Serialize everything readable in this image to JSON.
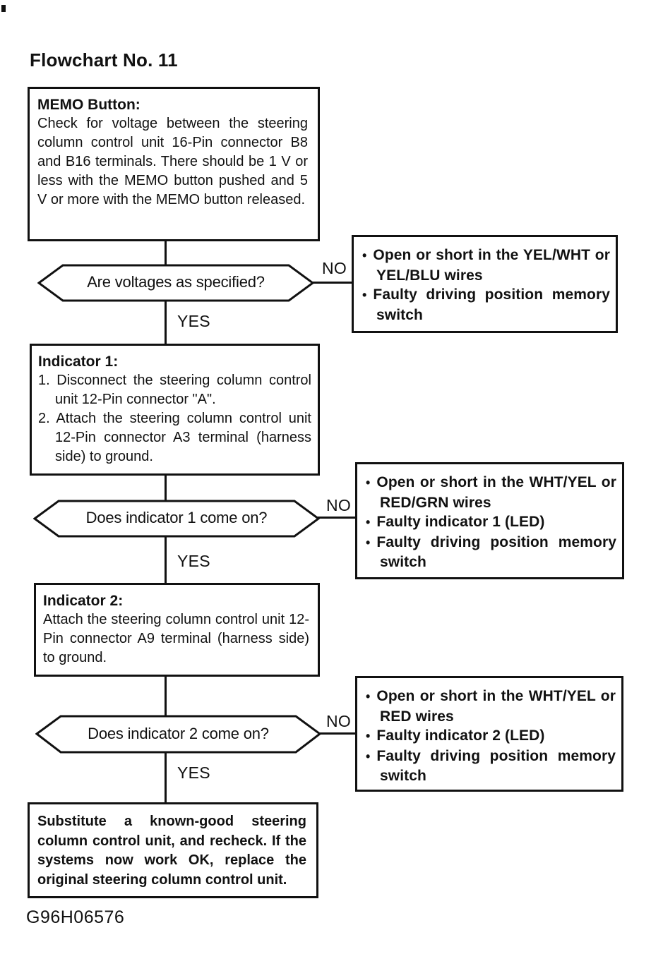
{
  "page": {
    "title": "Flowchart No. 11",
    "figure_code": "G96H06576"
  },
  "flowchart": {
    "bullet": "•",
    "memo_box": {
      "heading": "MEMO Button:",
      "body": "Check for voltage between the steering column control unit 16-Pin connector B8 and B16 terminals. There should be 1 V or less with the MEMO button pushed and 5 V or more with the MEMO button released."
    },
    "indicator1_box": {
      "heading": "Indicator 1:",
      "steps": [
        "1. Disconnect the steering column control unit 12-Pin connector \"A\".",
        "2. Attach the steering column control unit 12-Pin connector A3 terminal (harness side) to ground."
      ]
    },
    "indicator2_box": {
      "heading": "Indicator 2:",
      "body": "Attach the steering column control unit 12-Pin connector A9 terminal (harness side) to ground."
    },
    "final_box": {
      "body": "Substitute a known-good steering column control unit, and recheck. If the systems now work OK, replace the original steering column control unit."
    },
    "decisions": [
      {
        "question": "Are voltages as specified?",
        "no_label": "NO",
        "yes_label": "YES"
      },
      {
        "question": "Does indicator 1 come on?",
        "no_label": "NO",
        "yes_label": "YES"
      },
      {
        "question": "Does indicator 2 come on?",
        "no_label": "NO",
        "yes_label": "YES"
      }
    ],
    "no_boxes": [
      {
        "items": [
          "Open or short in the YEL/WHT or YEL/BLU wires",
          "Faulty driving position memory switch"
        ]
      },
      {
        "items": [
          "Open or short in the WHT/YEL or RED/GRN wires",
          "Faulty indicator 1 (LED)",
          "Faulty driving position memory switch"
        ]
      },
      {
        "items": [
          "Open or short in the WHT/YEL or RED wires",
          "Faulty indicator 2 (LED)",
          "Faulty driving position memory switch"
        ]
      }
    ]
  },
  "colors": {
    "ink": "#111111",
    "paper": "#ffffff"
  }
}
